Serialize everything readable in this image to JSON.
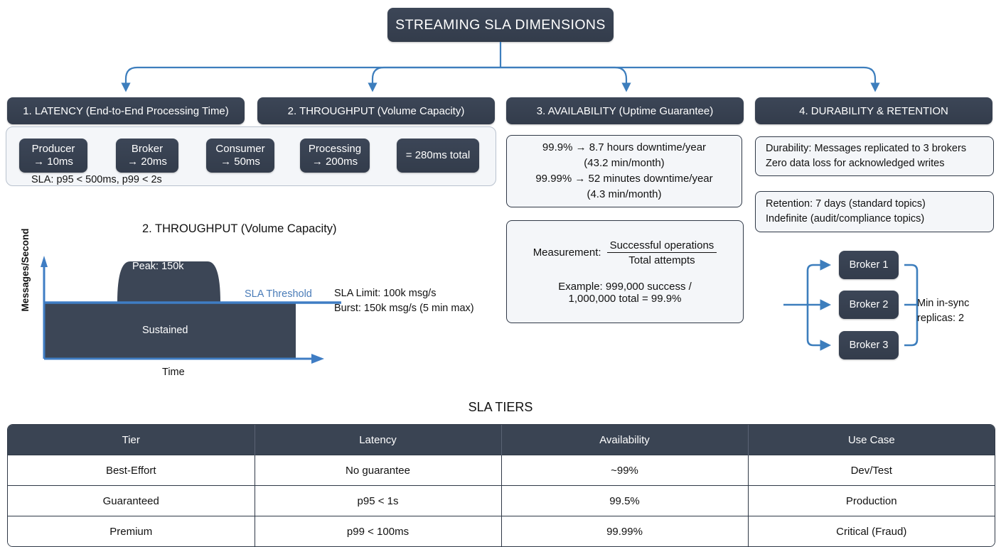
{
  "title": "STREAMING SLA DIMENSIONS",
  "colors": {
    "dark": "#3a4453",
    "panel": "#f4f6f9",
    "accent_blue": "#4a7cb8",
    "threshold_blue": "#3f7dc4"
  },
  "columns": [
    {
      "key": "latency",
      "label": "1. LATENCY (End-to-End Processing Time)"
    },
    {
      "key": "throughput",
      "label": "2. THROUGHPUT (Volume Capacity)"
    },
    {
      "key": "availability",
      "label": "3. AVAILABILITY (Uptime Guarantee)"
    },
    {
      "key": "durability",
      "label": "4. DURABILITY & RETENTION"
    }
  ],
  "latency": {
    "steps": [
      {
        "name": "Producer",
        "value": "→ 10ms"
      },
      {
        "name": "Broker",
        "value": "→ 20ms"
      },
      {
        "name": "Consumer",
        "value": "→ 50ms"
      },
      {
        "name": "Processing",
        "value": "→ 200ms"
      }
    ],
    "total": "= 280ms total",
    "sla_note": "SLA: p95 < 500ms, p99 < 2s"
  },
  "chart_data": {
    "type": "area",
    "title": "2. THROUGHPUT (Volume Capacity)",
    "xlabel": "Time",
    "ylabel": "Messages/Second",
    "grid": false,
    "series": [
      {
        "name": "Sustained",
        "label": "Sustained",
        "value": 100,
        "unit": "k msg/s"
      },
      {
        "name": "Peak",
        "label": "Peak: 150k",
        "value": 150,
        "unit": "k msg/s"
      }
    ],
    "threshold": {
      "label": "SLA Threshold",
      "value": 100,
      "unit": "k msg/s"
    },
    "annotations": [
      "SLA Limit: 100k msg/s",
      "Burst: 150k msg/s (5 min max)"
    ],
    "sla_limit_line1": "SLA Limit: 100k msg/s",
    "sla_limit_line2": "Burst: 150k msg/s (5 min max)",
    "peak_label": "Peak: 150k",
    "sustained_label": "Sustained",
    "threshold_label": "SLA Threshold"
  },
  "availability": {
    "downtime": {
      "line1": "99.9% → 8.7 hours downtime/year",
      "line2": "(43.2 min/month)",
      "line3": "99.99% → 52 minutes downtime/year",
      "line4": "(4.3 min/month)"
    },
    "measurement": {
      "prefix": "Measurement:",
      "numerator": "Successful operations",
      "denominator": "Total attempts",
      "example_line1": "Example: 999,000 success /",
      "example_line2": "1,000,000 total = 99.9%"
    }
  },
  "durability": {
    "card1_line1": "Durability: Messages replicated to 3 brokers",
    "card1_line2": "Zero data loss for acknowledged writes",
    "card2_line1": "Retention: 7 days (standard topics)",
    "card2_line2": "Indefinite (audit/compliance topics)",
    "brokers": [
      "Broker 1",
      "Broker 2",
      "Broker 3"
    ],
    "isr_line1": "Min in-sync",
    "isr_line2": "replicas: 2"
  },
  "table": {
    "title": "SLA TIERS",
    "headers": [
      "Tier",
      "Latency",
      "Availability",
      "Use Case"
    ],
    "rows": [
      [
        "Best-Effort",
        "No guarantee",
        "~99%",
        "Dev/Test"
      ],
      [
        "Guaranteed",
        "p95 < 1s",
        "99.5%",
        "Production"
      ],
      [
        "Premium",
        "p99 < 100ms",
        "99.99%",
        "Critical (Fraud)"
      ]
    ]
  }
}
